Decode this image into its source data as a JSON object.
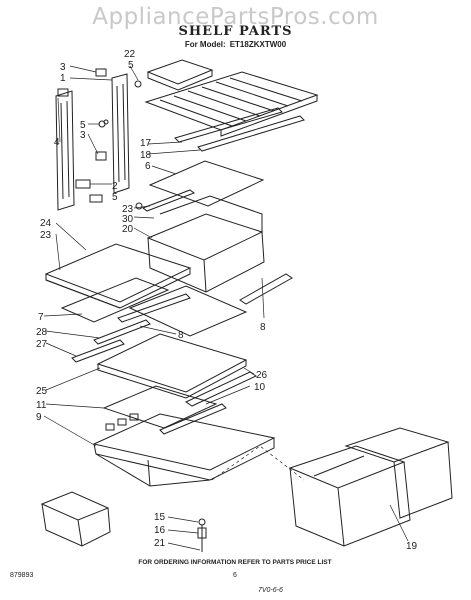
{
  "watermark": "AppliancePartsPros.com",
  "title": "SHELF PARTS",
  "model_prefix": "For Model:",
  "model": "ET18ZKXTW00",
  "callouts": [
    "22",
    "3",
    "5",
    "1",
    "4",
    "5",
    "3",
    "2",
    "5",
    "17",
    "18",
    "6",
    "23",
    "30",
    "20",
    "24",
    "23",
    "8",
    "7",
    "8",
    "28",
    "27",
    "26",
    "25",
    "10",
    "11",
    "9",
    "15",
    "16",
    "21",
    "19"
  ],
  "footer_note": "FOR ORDERING INFORMATION REFER TO PARTS PRICE LIST",
  "doc_number": "879893",
  "page_number": "6",
  "handwritten_mark": "7V0-6-6"
}
